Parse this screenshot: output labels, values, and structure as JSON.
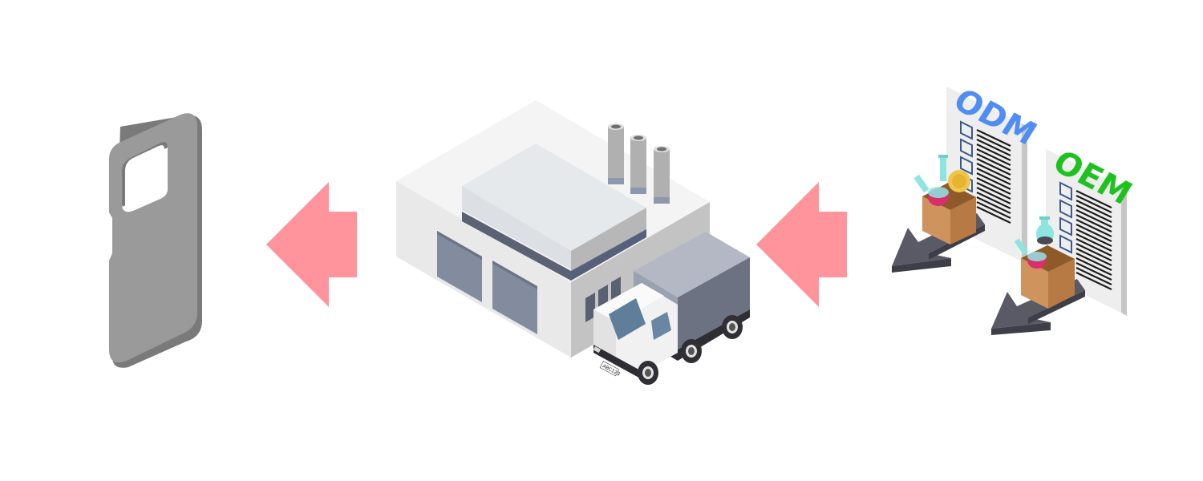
{
  "documents": {
    "odm": {
      "title": "ODM",
      "color": "#4f8df5"
    },
    "oem": {
      "title": "OEM",
      "color": "#1ec21e"
    }
  },
  "truck": {
    "plate": "ABC123"
  },
  "colors": {
    "arrow": "#ff949c",
    "phone_case": "#9a9a9a",
    "factory_wall": "#f2f2f2",
    "factory_door": "#838c9f",
    "truck_cargo": "#9aa1b1",
    "kraft_bag": "#cf935e",
    "outflow_arrow": "#5a5a66"
  },
  "icons": [
    "phone-case-icon",
    "factory-icon",
    "delivery-truck-icon",
    "odm-document-icon",
    "oem-document-icon",
    "ingredients-bag-icon"
  ]
}
